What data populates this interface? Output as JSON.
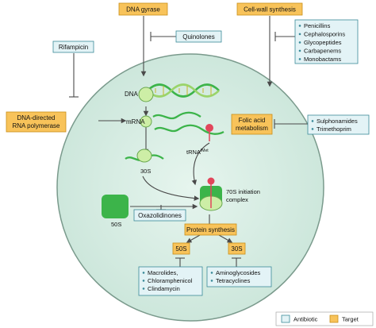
{
  "colors": {
    "cell_fill": "#dcefe6",
    "cell_stroke": "#7a9a8c",
    "antibiotic_fill": "#e3f3f6",
    "antibiotic_stroke": "#3a8a99",
    "target_fill": "#f8c35a",
    "target_stroke": "#c98f1a",
    "ribosome_green": "#3cb44a",
    "ribosome_green_light": "#cdeea6",
    "trna_red": "#e2465b",
    "line_gray": "#4a4a4a"
  },
  "targets": {
    "dna_gyrase": "DNA gyrase",
    "cell_wall": "Cell-wall synthesis",
    "rna_pol_line1": "DNA-directed",
    "rna_pol_line2": "RNA polymerase",
    "folic_line1": "Folic acid",
    "folic_line2": "metabolism",
    "protein_synthesis": "Protein synthesis",
    "sub_50s": "50S",
    "sub_30s": "30S"
  },
  "antibiotics": {
    "quinolones": "Quinolones",
    "rifampicin": "Rifampicin",
    "oxazolidinones": "Oxazolidinones",
    "cell_wall_list": [
      "Penicillins",
      "Cephalosporins",
      "Glycopeptides",
      "Carbapenems",
      "Monobactams"
    ],
    "folic_list": [
      "Sulphonamides",
      "Trimethoprim"
    ],
    "ribo50_list": [
      "Macrolides,",
      "Chloramphenicol",
      "Clindamycin"
    ],
    "ribo30_list": [
      "Aminoglycosides",
      "Tetracyclines"
    ]
  },
  "labels": {
    "dna": "DNA",
    "mrna": "mRNA",
    "s30": "30S",
    "s50": "50S",
    "trna": "tRNA",
    "trna_sup": "fMet",
    "initiation_line1": "70S initiation",
    "initiation_line2": "complex"
  },
  "legend": {
    "antibiotic": "Antibiotic",
    "target": "Target"
  }
}
